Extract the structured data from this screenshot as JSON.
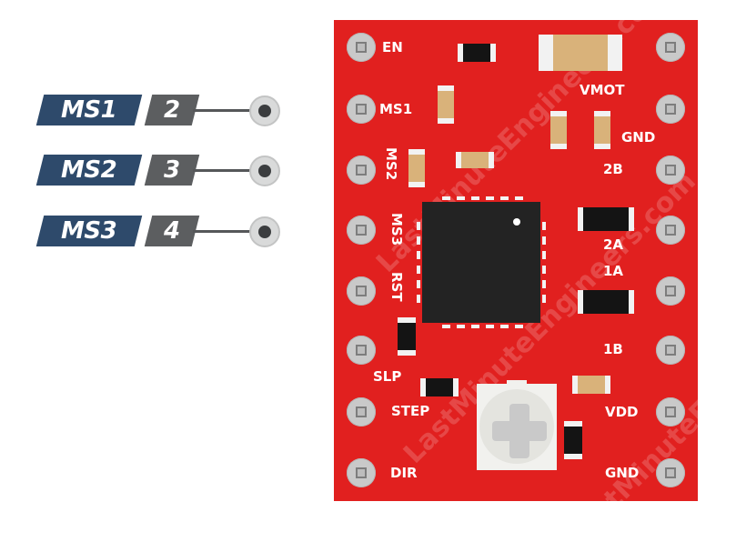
{
  "legend": {
    "rows": [
      {
        "name": "MS1",
        "pin": "2"
      },
      {
        "name": "MS2",
        "pin": "3"
      },
      {
        "name": "MS3",
        "pin": "4"
      }
    ]
  },
  "board": {
    "color": "#e1201f",
    "left_pins": [
      {
        "label": "EN"
      },
      {
        "label": "MS1"
      },
      {
        "label": "MS2"
      },
      {
        "label": "MS3"
      },
      {
        "label": "RST"
      },
      {
        "label": "SLP"
      },
      {
        "label": "STEP"
      },
      {
        "label": "DIR"
      }
    ],
    "right_pins": [
      {
        "label": ""
      },
      {
        "label": "VMOT"
      },
      {
        "label": "GND"
      },
      {
        "label": "2B"
      },
      {
        "label": "2A"
      },
      {
        "label": "1A"
      },
      {
        "label": "1B"
      },
      {
        "label": "VDD"
      },
      {
        "label": "GND"
      }
    ],
    "watermarks": [
      "LastMinuteEngineers.com",
      "LastMinuteEngineers.com",
      "LastMinuteEngineers.com"
    ]
  }
}
